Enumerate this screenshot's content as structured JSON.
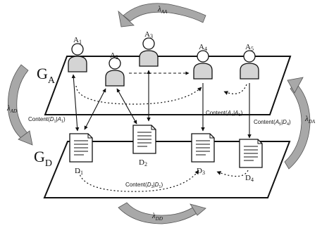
{
  "planes": {
    "agent": {
      "letter": "G",
      "sub": "A"
    },
    "document": {
      "letter": "G",
      "sub": "D"
    }
  },
  "agents": [
    {
      "letter": "A",
      "sub": "1"
    },
    {
      "letter": "A",
      "sub": "2"
    },
    {
      "letter": "A",
      "sub": "3"
    },
    {
      "letter": "A",
      "sub": "4"
    },
    {
      "letter": "A",
      "sub": "5"
    }
  ],
  "documents": [
    {
      "letter": "D",
      "sub": "1"
    },
    {
      "letter": "D",
      "sub": "2"
    },
    {
      "letter": "D",
      "sub": "3"
    },
    {
      "letter": "D",
      "sub": "4"
    }
  ],
  "lambdas": {
    "aa": {
      "sym": "λ",
      "sub": "AA"
    },
    "ad": {
      "sym": "λ",
      "sub": "AD"
    },
    "da": {
      "sym": "λ",
      "sub": "DA"
    },
    "dd": {
      "sym": "λ",
      "sub": "DD"
    }
  },
  "edge_labels": {
    "d1_a1": {
      "pre": "Content(",
      "a": "D",
      "as": "1",
      "bar": "|",
      "b": "A",
      "bs": "1",
      "post": ")"
    },
    "a4_a5": {
      "pre": "Content(",
      "a": "A",
      "as": "4",
      "bar": "|",
      "b": "A",
      "bs": "5",
      "post": ")"
    },
    "a5_d4": {
      "pre": "Content(",
      "a": "A",
      "as": "5",
      "bar": "|",
      "b": "D",
      "bs": "4",
      "post": ")"
    },
    "d3_d1": {
      "pre": "Content(",
      "a": "D",
      "as": "3",
      "bar": "|",
      "b": "D",
      "bs": "1",
      "post": ")"
    }
  },
  "colors": {
    "line": "#111111",
    "agent_fill": "#d9d9d9",
    "arc_fill": "#a8a8a8",
    "plane_fill": "#ffffff"
  }
}
